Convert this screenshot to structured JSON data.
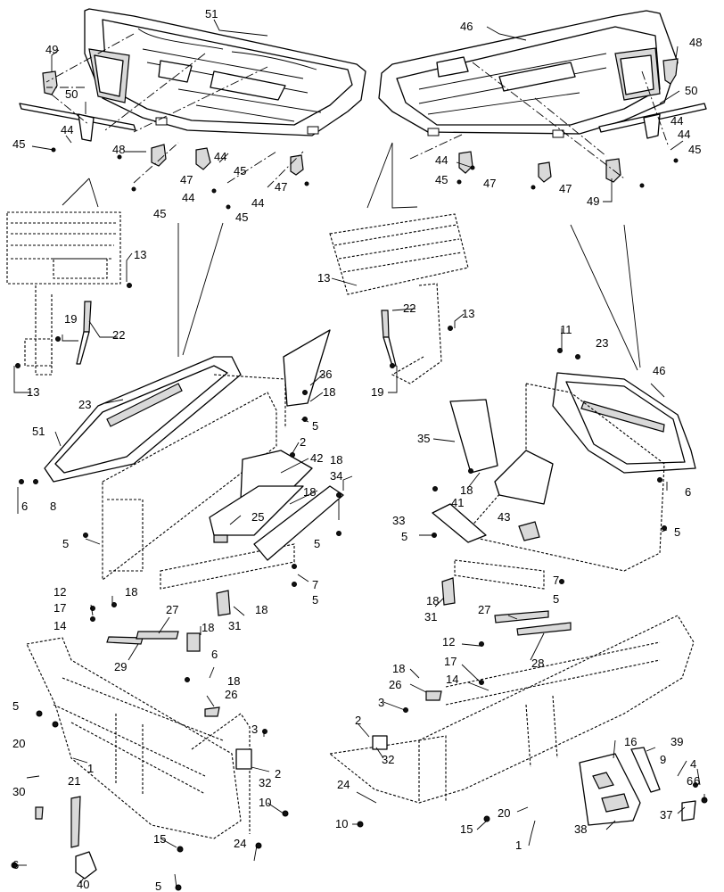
{
  "callouts": [
    {
      "id": "c-51-top",
      "label": "51"
    },
    {
      "id": "c-46-top",
      "label": "46"
    },
    {
      "id": "c-49-left",
      "label": "49"
    },
    {
      "id": "c-48-right",
      "label": "48"
    },
    {
      "id": "c-50-left",
      "label": "50"
    },
    {
      "id": "c-50-right",
      "label": "50"
    },
    {
      "id": "c-44-a",
      "label": "44"
    },
    {
      "id": "c-45-a",
      "label": "45"
    },
    {
      "id": "c-48-left",
      "label": "48"
    },
    {
      "id": "c-44-b",
      "label": "44"
    },
    {
      "id": "c-45-b",
      "label": "45"
    },
    {
      "id": "c-47-a",
      "label": "47"
    },
    {
      "id": "c-44-c",
      "label": "44"
    },
    {
      "id": "c-45-c",
      "label": "45"
    },
    {
      "id": "c-44-d",
      "label": "44"
    },
    {
      "id": "c-47-b",
      "label": "47"
    },
    {
      "id": "c-45-d",
      "label": "45"
    },
    {
      "id": "c-44-e",
      "label": "44"
    },
    {
      "id": "c-44-f",
      "label": "44"
    },
    {
      "id": "c-45-e",
      "label": "45"
    },
    {
      "id": "c-47-c",
      "label": "47"
    },
    {
      "id": "c-47-d",
      "label": "47"
    },
    {
      "id": "c-44-g",
      "label": "44"
    },
    {
      "id": "c-45-f",
      "label": "45"
    },
    {
      "id": "c-49-right",
      "label": "49"
    },
    {
      "id": "c-13-a",
      "label": "13"
    },
    {
      "id": "c-22-a",
      "label": "22"
    },
    {
      "id": "c-19-a",
      "label": "19"
    },
    {
      "id": "c-13-b",
      "label": "13"
    },
    {
      "id": "c-13-c",
      "label": "13"
    },
    {
      "id": "c-22-b",
      "label": "22"
    },
    {
      "id": "c-13-d",
      "label": "13"
    },
    {
      "id": "c-19-b",
      "label": "19"
    },
    {
      "id": "c-11",
      "label": "11"
    },
    {
      "id": "c-23-right",
      "label": "23"
    },
    {
      "id": "c-46-mid",
      "label": "46"
    },
    {
      "id": "c-36",
      "label": "36"
    },
    {
      "id": "c-18-a",
      "label": "18"
    },
    {
      "id": "c-5-a",
      "label": "5"
    },
    {
      "id": "c-23-left",
      "label": "23"
    },
    {
      "id": "c-51-mid",
      "label": "51"
    },
    {
      "id": "c-2-a",
      "label": "2"
    },
    {
      "id": "c-42",
      "label": "42"
    },
    {
      "id": "c-18-b",
      "label": "18"
    },
    {
      "id": "c-34",
      "label": "34"
    },
    {
      "id": "c-18-c",
      "label": "18"
    },
    {
      "id": "c-25",
      "label": "25"
    },
    {
      "id": "c-6-a",
      "label": "6"
    },
    {
      "id": "c-8",
      "label": "8"
    },
    {
      "id": "c-5-b",
      "label": "5"
    },
    {
      "id": "c-5-c",
      "label": "5"
    },
    {
      "id": "c-7-a",
      "label": "7"
    },
    {
      "id": "c-5-d",
      "label": "5"
    },
    {
      "id": "c-18-d",
      "label": "18"
    },
    {
      "id": "c-31-a",
      "label": "31"
    },
    {
      "id": "c-35",
      "label": "35"
    },
    {
      "id": "c-18-e",
      "label": "18"
    },
    {
      "id": "c-41",
      "label": "41"
    },
    {
      "id": "c-33",
      "label": "33"
    },
    {
      "id": "c-43",
      "label": "43"
    },
    {
      "id": "c-5-e",
      "label": "5"
    },
    {
      "id": "c-6-b",
      "label": "6"
    },
    {
      "id": "c-5-f",
      "label": "5"
    },
    {
      "id": "c-7-b",
      "label": "7"
    },
    {
      "id": "c-5-g",
      "label": "5"
    },
    {
      "id": "c-18-f",
      "label": "18"
    },
    {
      "id": "c-31-b",
      "label": "31"
    },
    {
      "id": "c-12-a",
      "label": "12"
    },
    {
      "id": "c-18-g",
      "label": "18"
    },
    {
      "id": "c-17-a",
      "label": "17"
    },
    {
      "id": "c-27-a",
      "label": "27"
    },
    {
      "id": "c-14-a",
      "label": "14"
    },
    {
      "id": "c-18-h",
      "label": "18"
    },
    {
      "id": "c-29",
      "label": "29"
    },
    {
      "id": "c-6-c",
      "label": "6"
    },
    {
      "id": "c-18-i",
      "label": "18"
    },
    {
      "id": "c-26-a",
      "label": "26"
    },
    {
      "id": "c-5-h",
      "label": "5"
    },
    {
      "id": "c-3-a",
      "label": "3"
    },
    {
      "id": "c-20-a",
      "label": "20"
    },
    {
      "id": "c-1-a",
      "label": "1"
    },
    {
      "id": "c-32-a",
      "label": "32"
    },
    {
      "id": "c-2-b",
      "label": "2"
    },
    {
      "id": "c-30",
      "label": "30"
    },
    {
      "id": "c-21",
      "label": "21"
    },
    {
      "id": "c-10-a",
      "label": "10"
    },
    {
      "id": "c-15-a",
      "label": "15"
    },
    {
      "id": "c-24-a",
      "label": "24"
    },
    {
      "id": "c-6-d",
      "label": "6"
    },
    {
      "id": "c-40",
      "label": "40"
    },
    {
      "id": "c-5-i",
      "label": "5"
    },
    {
      "id": "c-27-b",
      "label": "27"
    },
    {
      "id": "c-28",
      "label": "28"
    },
    {
      "id": "c-12-b",
      "label": "12"
    },
    {
      "id": "c-18-j",
      "label": "18"
    },
    {
      "id": "c-17-b",
      "label": "17"
    },
    {
      "id": "c-26-b",
      "label": "26"
    },
    {
      "id": "c-14-b",
      "label": "14"
    },
    {
      "id": "c-3-b",
      "label": "3"
    },
    {
      "id": "c-2-c",
      "label": "2"
    },
    {
      "id": "c-32-b",
      "label": "32"
    },
    {
      "id": "c-16",
      "label": "16"
    },
    {
      "id": "c-39",
      "label": "39"
    },
    {
      "id": "c-9",
      "label": "9"
    },
    {
      "id": "c-4",
      "label": "4"
    },
    {
      "id": "c-6-e",
      "label": "6"
    },
    {
      "id": "c-24-b",
      "label": "24"
    },
    {
      "id": "c-10-b",
      "label": "10"
    },
    {
      "id": "c-15-b",
      "label": "15"
    },
    {
      "id": "c-20-b",
      "label": "20"
    },
    {
      "id": "c-1-b",
      "label": "1"
    },
    {
      "id": "c-38",
      "label": "38"
    },
    {
      "id": "c-37",
      "label": "37"
    },
    {
      "id": "c-6-f",
      "label": "6"
    }
  ]
}
